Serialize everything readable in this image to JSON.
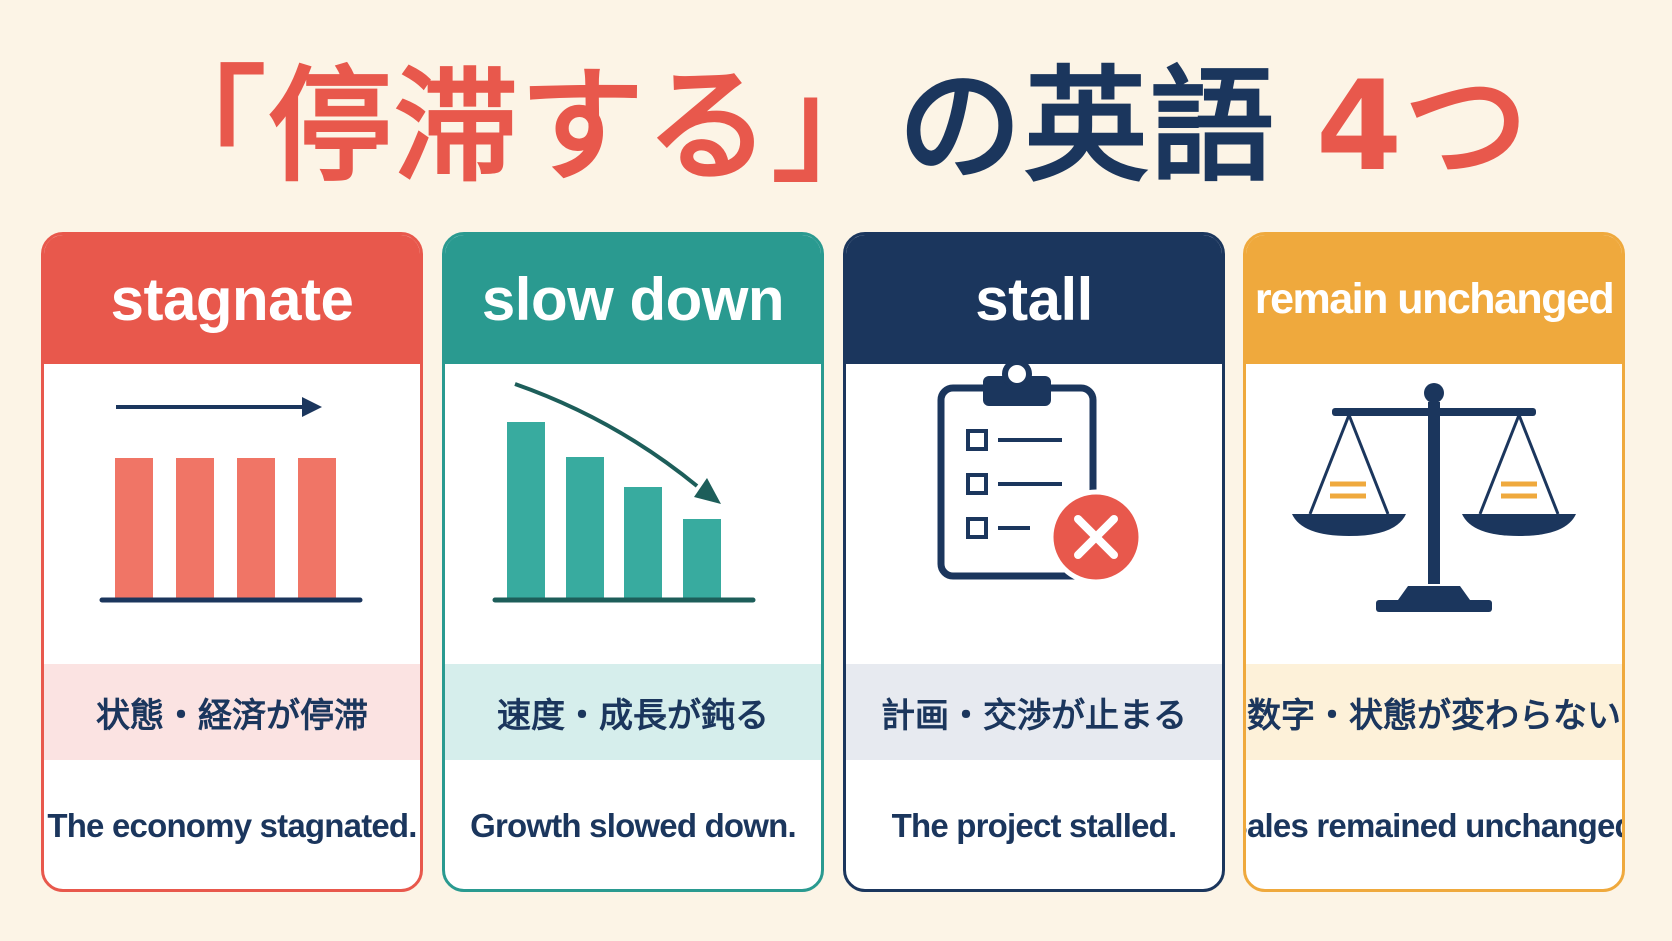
{
  "title": {
    "open_bracket": "「",
    "keyword": "停滞する",
    "close_bracket": "」",
    "middle": "の英語",
    "count": "4つ"
  },
  "colors": {
    "red": "#e8584c",
    "teal": "#2a9a90",
    "navy": "#1b365d",
    "orange": "#efa93d"
  },
  "cards": [
    {
      "term": "stagnate",
      "icon": "flat-bar-chart-icon",
      "meaning": "状態・経済が停滞",
      "example": "The economy stagnated."
    },
    {
      "term": "slow down",
      "icon": "declining-bar-chart-icon",
      "meaning": "速度・成長が鈍る",
      "example": "Growth slowed down."
    },
    {
      "term": "stall",
      "icon": "clipboard-cross-icon",
      "meaning": "計画・交渉が止まる",
      "example": "The project stalled."
    },
    {
      "term": "remain unchanged",
      "icon": "balance-scale-icon",
      "meaning": "数字・状態が変わらない",
      "example": "Sales remained unchanged."
    }
  ]
}
